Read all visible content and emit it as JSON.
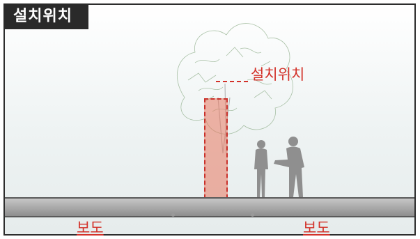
{
  "header": {
    "title": "설치위치"
  },
  "callout": {
    "label": "설치위치"
  },
  "sidewalk": {
    "left_label": "보도",
    "right_label": "보도"
  },
  "colors": {
    "accent": "#d3322a",
    "header_bg": "#2a2a2a",
    "install_fill": "#e87860"
  },
  "icons": [
    "tree-illustration",
    "people-silhouette"
  ]
}
